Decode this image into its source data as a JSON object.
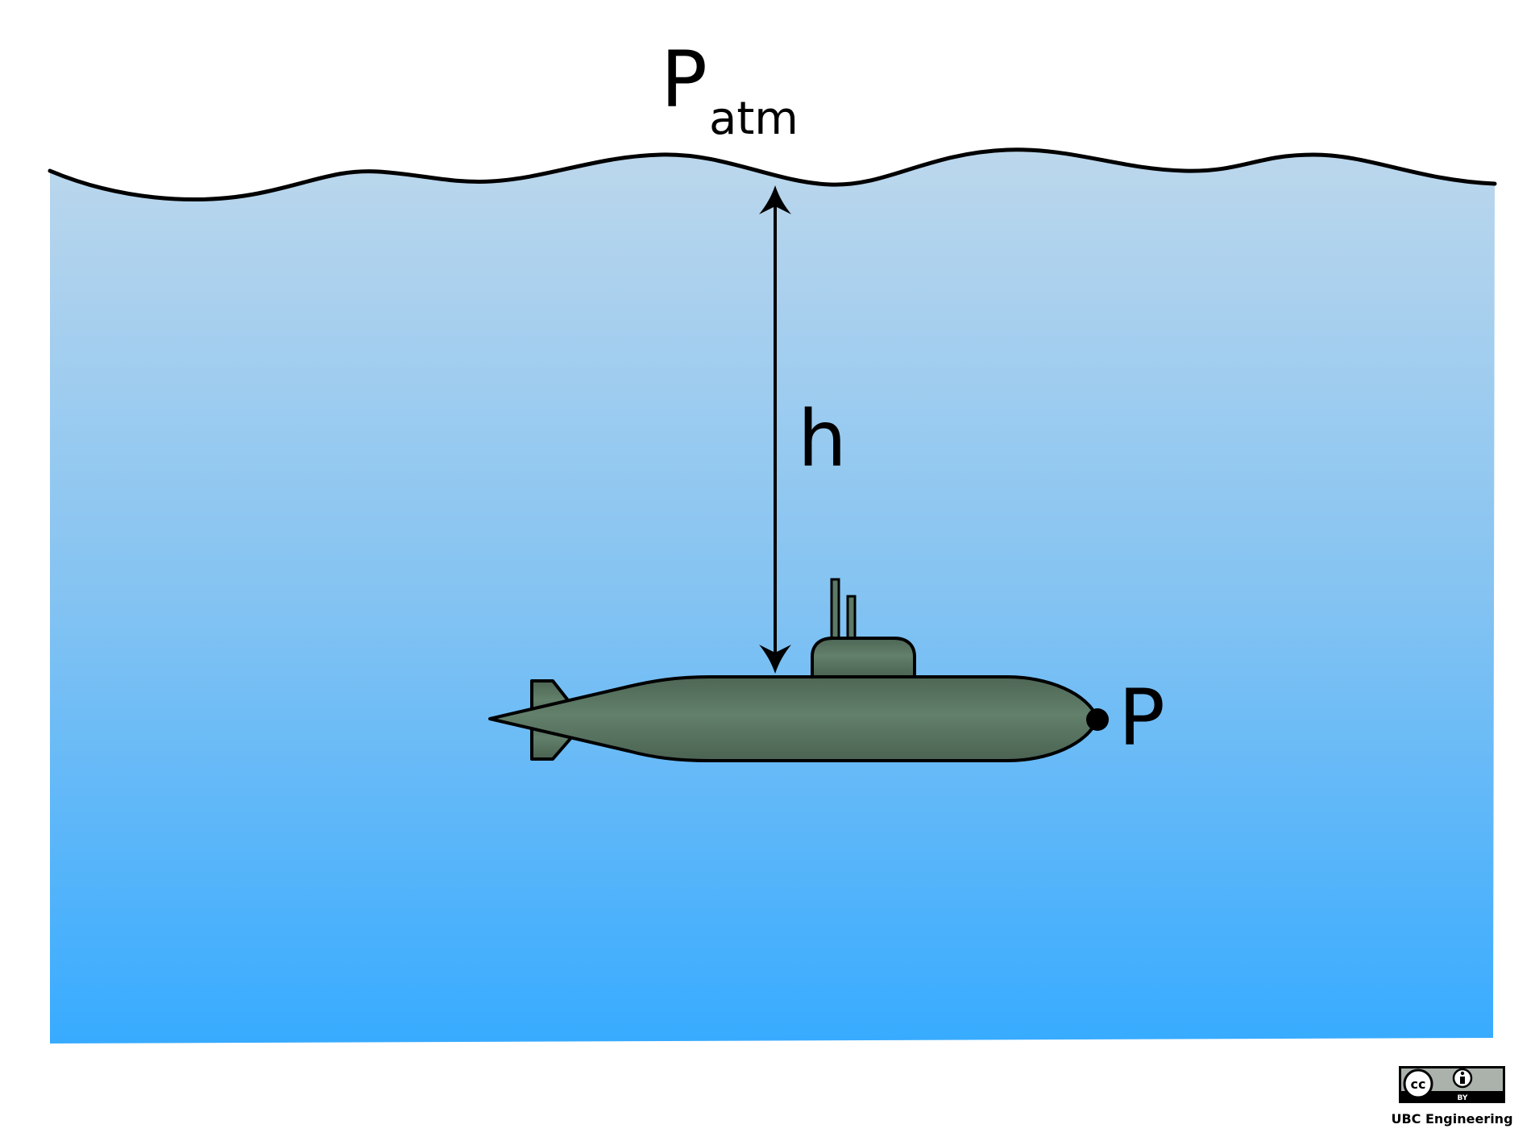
{
  "labels": {
    "p_atm_main": "P",
    "p_atm_sub": "atm",
    "depth": "h",
    "point": "P"
  },
  "license": {
    "cc_text": "cc",
    "by_text": "BY",
    "attribution": "UBC Engineering"
  },
  "colors": {
    "water_top": "#bcd7ec",
    "water_bottom": "#37abff",
    "submarine_light": "#5f7d67",
    "submarine_dark": "#4c6454",
    "stroke": "#000000"
  },
  "icons": {
    "cc_icon": "creative-commons-icon",
    "by_icon": "attribution-person-icon"
  }
}
